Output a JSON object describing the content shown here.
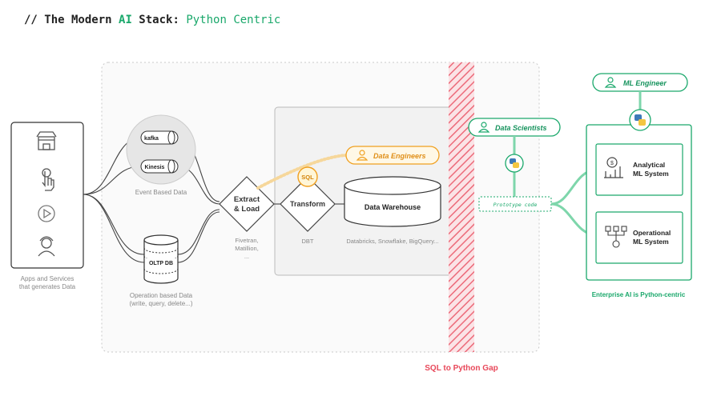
{
  "title": {
    "prefix": "// The Modern ",
    "ai": "AI",
    "middle": " Stack: ",
    "suffix": "Python Centric"
  },
  "sources": {
    "caption_line1": "Apps and Services",
    "caption_line2": "that generates Data",
    "icons": [
      "store-icon",
      "touch-hand-icon",
      "play-icon",
      "person-icon"
    ]
  },
  "event": {
    "kafka": "kafka",
    "kinesis": "Kinesis",
    "caption": "Event Based Data"
  },
  "oltp": {
    "label": "OLTP DB",
    "caption_line1": "Operation based Data",
    "caption_line2": "(write, query, delete...)"
  },
  "extract": {
    "line1": "Extract",
    "line2": "& Load",
    "tools_line1": "Fivetran,",
    "tools_line2": "Matillion,",
    "tools_line3": "..."
  },
  "transform": {
    "label": "Transform",
    "tool": "DBT",
    "sql_badge": "SQL"
  },
  "warehouse": {
    "label": "Data Warehouse",
    "vendors": "Databricks, Snowflake, BigQuery..."
  },
  "roles": {
    "data_engineers": "Data Engineers",
    "data_scientists": "Data Scientists",
    "ml_engineer": "ML Engineer"
  },
  "prototype_code": "Prototype code",
  "gap_label": "SQL to Python Gap",
  "enterprise": {
    "analytical_line1": "Analytical",
    "analytical_line2": "ML System",
    "operational_line1": "Operational",
    "operational_line2": "ML System",
    "caption": "Enterprise AI is Python-centric"
  },
  "colors": {
    "green": "#1aa86b",
    "orange": "#f0a020",
    "red": "#e8485a",
    "gray_text": "#888888",
    "dark": "#333333"
  }
}
